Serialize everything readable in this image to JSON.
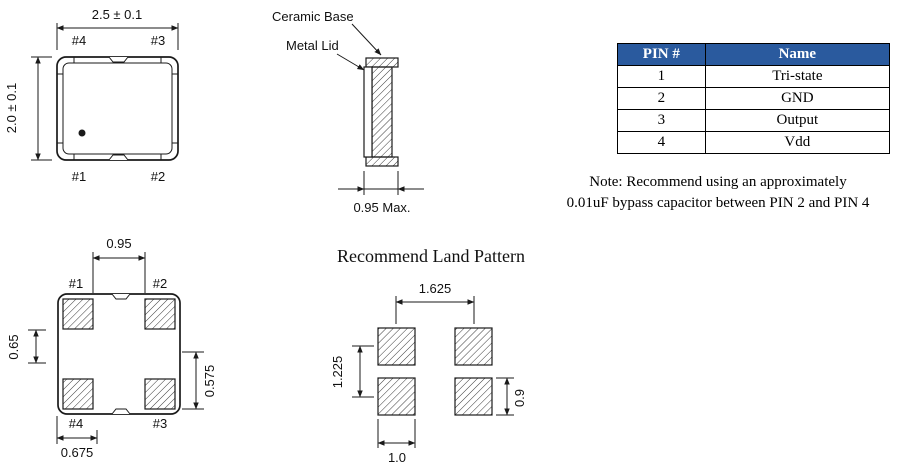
{
  "colors": {
    "table_header_bg": "#2a5a9e",
    "table_header_fg": "#ffffff",
    "line_color": "#1a1a1a"
  },
  "top_view": {
    "dim_width": "2.5 ± 0.1",
    "dim_height": "2.0 ± 0.1",
    "pin_top_left": "#4",
    "pin_top_right": "#3",
    "pin_bottom_left": "#1",
    "pin_bottom_right": "#2"
  },
  "side_view": {
    "label_ceramic_base": "Ceramic Base",
    "label_metal_lid": "Metal Lid",
    "dim_thickness": "0.95 Max."
  },
  "pin_table": {
    "header_pin": "PIN #",
    "header_name": "Name",
    "rows": [
      {
        "pin": "1",
        "name": "Tri-state"
      },
      {
        "pin": "2",
        "name": "GND"
      },
      {
        "pin": "3",
        "name": "Output"
      },
      {
        "pin": "4",
        "name": "Vdd"
      }
    ]
  },
  "note": {
    "line1": "Note: Recommend using an approximately",
    "line2": "0.01uF bypass capacitor between PIN 2 and PIN 4"
  },
  "bottom_view": {
    "pin_top_left": "#1",
    "pin_top_right": "#2",
    "pin_bottom_left": "#4",
    "pin_bottom_right": "#3",
    "dim_pad_gap": "0.95",
    "dim_left": "0.65",
    "dim_right": "0.575",
    "dim_bottom": "0.675"
  },
  "land_pattern": {
    "title": "Recommend Land Pattern",
    "dim_horizontal_pitch": "1.625",
    "dim_vertical_pitch": "1.225",
    "dim_pad_height": "0.9",
    "dim_pad_width": "1.0"
  }
}
